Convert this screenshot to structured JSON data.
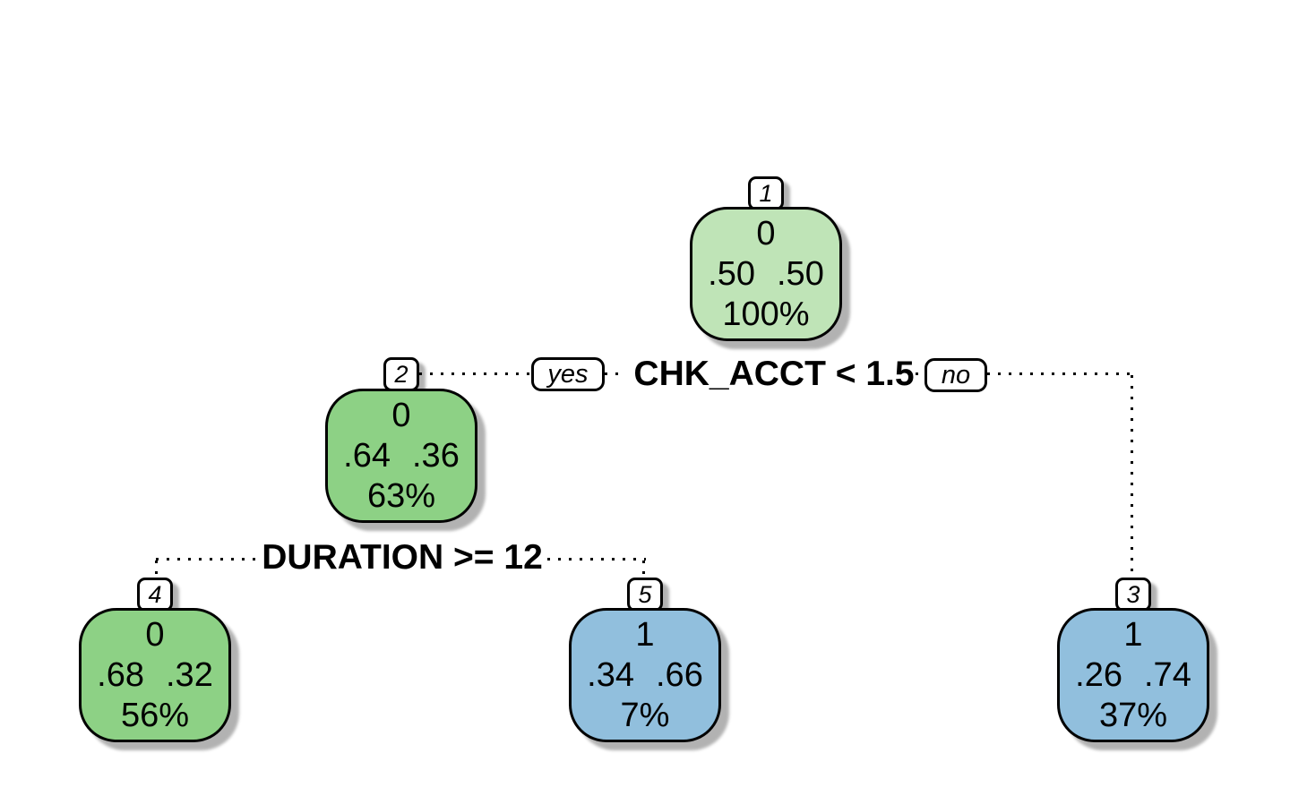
{
  "figure": {
    "background": "#ffffff",
    "colors": {
      "root_fill": "#bfe4b7",
      "green_fill": "#8dd185",
      "blue_fill": "#91bfdd",
      "line": "#000000",
      "shadow": "#b3b3b3"
    },
    "split1": {
      "condition": "CHK_ACCT < 1.5",
      "yes_label": "yes",
      "no_label": "no"
    },
    "split2": {
      "condition": "DURATION >= 12"
    },
    "nodes": [
      {
        "number": "1",
        "class_label": "0",
        "prob_left": ".50",
        "prob_right": ".50",
        "coverage": "100%",
        "fill": "#bfe4b7"
      },
      {
        "number": "2",
        "class_label": "0",
        "prob_left": ".64",
        "prob_right": ".36",
        "coverage": "63%",
        "fill": "#8dd185"
      },
      {
        "number": "4",
        "class_label": "0",
        "prob_left": ".68",
        "prob_right": ".32",
        "coverage": "56%",
        "fill": "#8dd185"
      },
      {
        "number": "5",
        "class_label": "1",
        "prob_left": ".34",
        "prob_right": ".66",
        "coverage": "7%",
        "fill": "#91bfdd"
      },
      {
        "number": "3",
        "class_label": "1",
        "prob_left": ".26",
        "prob_right": ".74",
        "coverage": "37%",
        "fill": "#91bfdd"
      }
    ]
  }
}
